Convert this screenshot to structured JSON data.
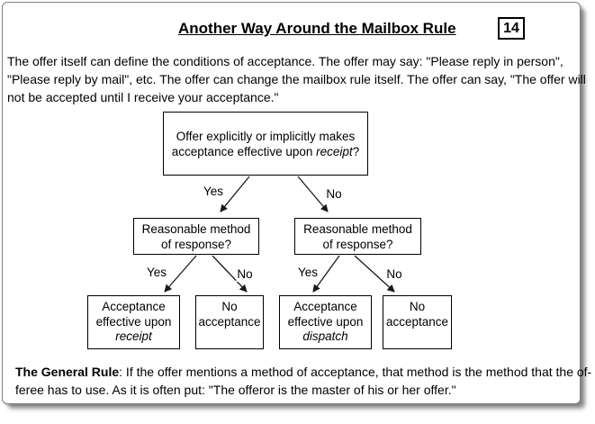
{
  "slide": {
    "title": "Another Way Around the Mailbox Rule",
    "page_number": "14"
  },
  "intro": {
    "lines": [
      "The offer itself can define the conditions of acceptance. The offer may say: \"Please reply in person\",",
      "\"Please reply by mail\", etc. The offer can change the mailbox rule itself. The offer can say, \"The offer will",
      "not be accepted until I receive your acceptance.\""
    ]
  },
  "flowchart": {
    "root_question": {
      "line1": "Offer explicitly or implicitly makes",
      "line2_prefix": "acceptance effective upon ",
      "line2_italic": "receipt",
      "line2_suffix": "?"
    },
    "labels": {
      "yes": "Yes",
      "no": "No"
    },
    "question_left": {
      "line1": "Reasonable method",
      "line2": "of response?"
    },
    "question_right": {
      "line1": "Reasonable method",
      "line2": "of response?"
    },
    "outcome_receipt": {
      "line1": "Acceptance",
      "line2": "effective upon",
      "line3_italic": "receipt"
    },
    "outcome_no_left": {
      "line1": "No",
      "line2": "acceptance"
    },
    "outcome_dispatch": {
      "line1": "Acceptance",
      "line2": "effective upon",
      "line3_italic": "dispatch"
    },
    "outcome_no_right": {
      "line1": "No",
      "line2": "acceptance"
    }
  },
  "footer": {
    "lead_bold": "The General Rule",
    "line1_rest": ": If the offer mentions a method of acceptance, that method is the method that the of-",
    "line2": "feree has to use. As it is often put: \"The offeror is the master of his or her offer.\""
  },
  "colors": {
    "background": "#ffffff",
    "frame_border": "#7f7f7f",
    "box_border": "#000000",
    "text": "#000000",
    "arrow": "#1a1a1a",
    "shadow": "#9a9a9a"
  }
}
